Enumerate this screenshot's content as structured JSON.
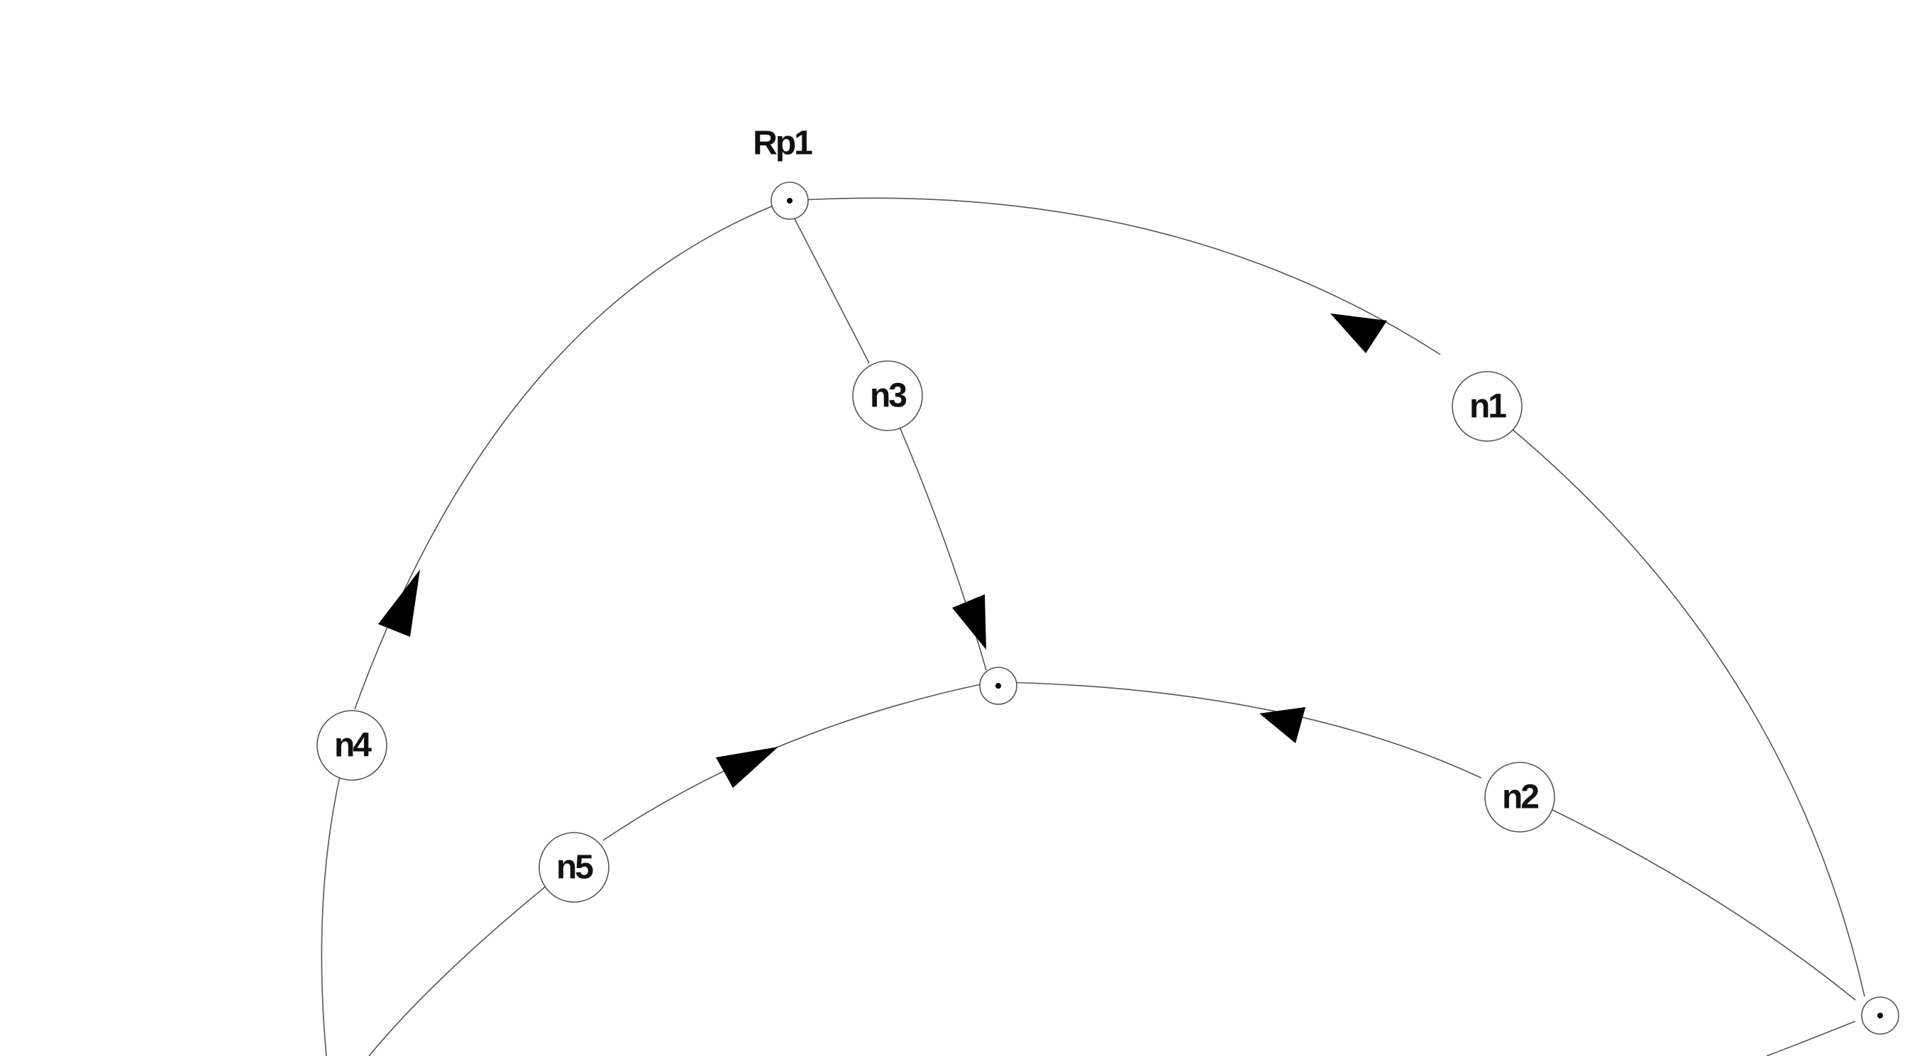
{
  "diagram": {
    "colors": {
      "stroke": "#555555",
      "arrow": "#000000",
      "text": "#111111",
      "background": "#ffffff"
    },
    "labels": {
      "rp1": "Rp1",
      "n1": "n1",
      "n2": "n2",
      "n3": "n3",
      "n4": "n4",
      "n5": "n5"
    }
  }
}
